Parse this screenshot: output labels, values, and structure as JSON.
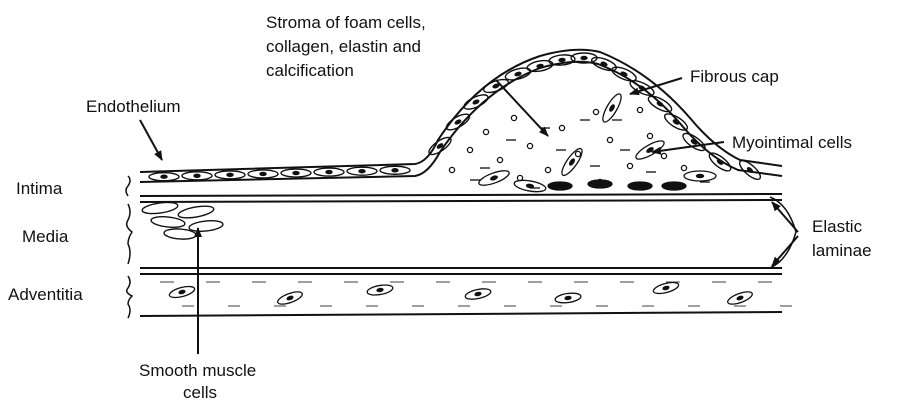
{
  "labels": {
    "stroma": [
      "Stroma of foam cells,",
      "collagen, elastin and",
      "calcification"
    ],
    "fibrous_cap": "Fibrous cap",
    "endothelium": "Endothelium",
    "myointimal_cells": "Myointimal cells",
    "intima": "Intima",
    "media": "Media",
    "adventitia": "Adventitia",
    "elastic_laminae": [
      "Elastic",
      "laminae"
    ],
    "smooth_muscle_cells": [
      "Smooth muscle",
      "cells"
    ]
  }
}
